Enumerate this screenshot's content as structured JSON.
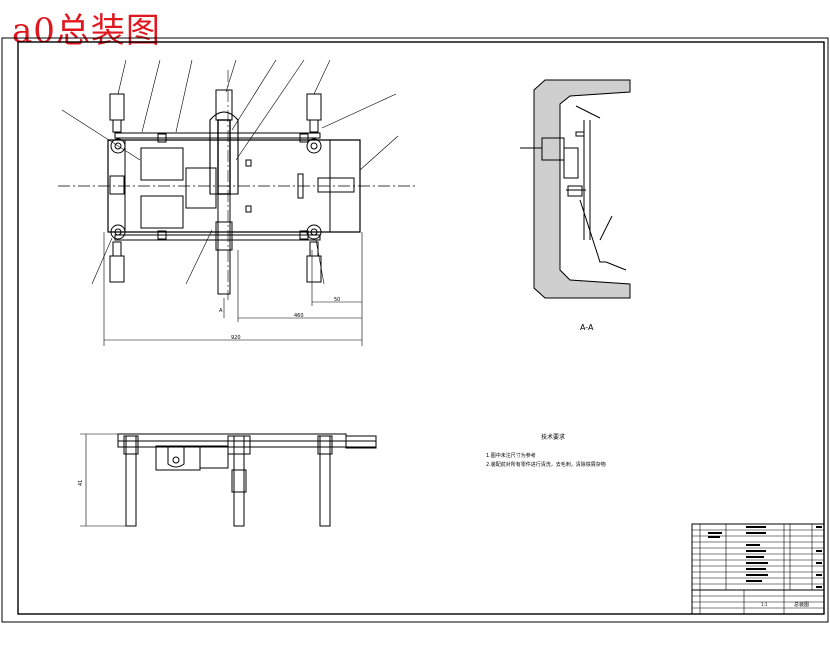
{
  "title": "a0总装图",
  "title_color": "#e0171f",
  "line_color": "#000000",
  "section_label": "A-A",
  "view_marker": "A",
  "dimensions": {
    "d1": "50",
    "d2": "920",
    "d3": "460",
    "d4": "41"
  },
  "technical_requirements": {
    "heading": "技术要求",
    "lines": [
      "1.图中未注尺寸为参考",
      "2.装配前对所有零件进行清洗，去毛刺，清除铁屑杂物"
    ]
  },
  "title_block": {
    "drawing_name": "总装图",
    "scale": "1:1"
  }
}
